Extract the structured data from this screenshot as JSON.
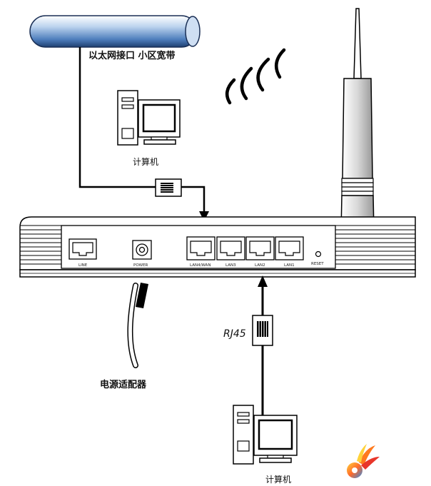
{
  "labels": {
    "ethernet_broadband": "以太网接口  小区宽带",
    "computer_top": "计算机",
    "computer_bottom": "计算机",
    "rj45": "RJ45",
    "power_adapter": "电源适配器"
  },
  "ports": {
    "line": "LINE",
    "power": "POWER",
    "lan4wan": "LAN4/WAN",
    "lan3": "LAN3",
    "lan2": "LAN2",
    "lan1": "LAN1",
    "reset": "RESET"
  },
  "colors": {
    "pipe_light": "#dbe8f7",
    "pipe_dark": "#2f5f9a",
    "line": "#000000"
  },
  "icons": [
    "wifi-signal-icon",
    "computer-icon",
    "rj45-plug-icon",
    "logo-icon"
  ]
}
